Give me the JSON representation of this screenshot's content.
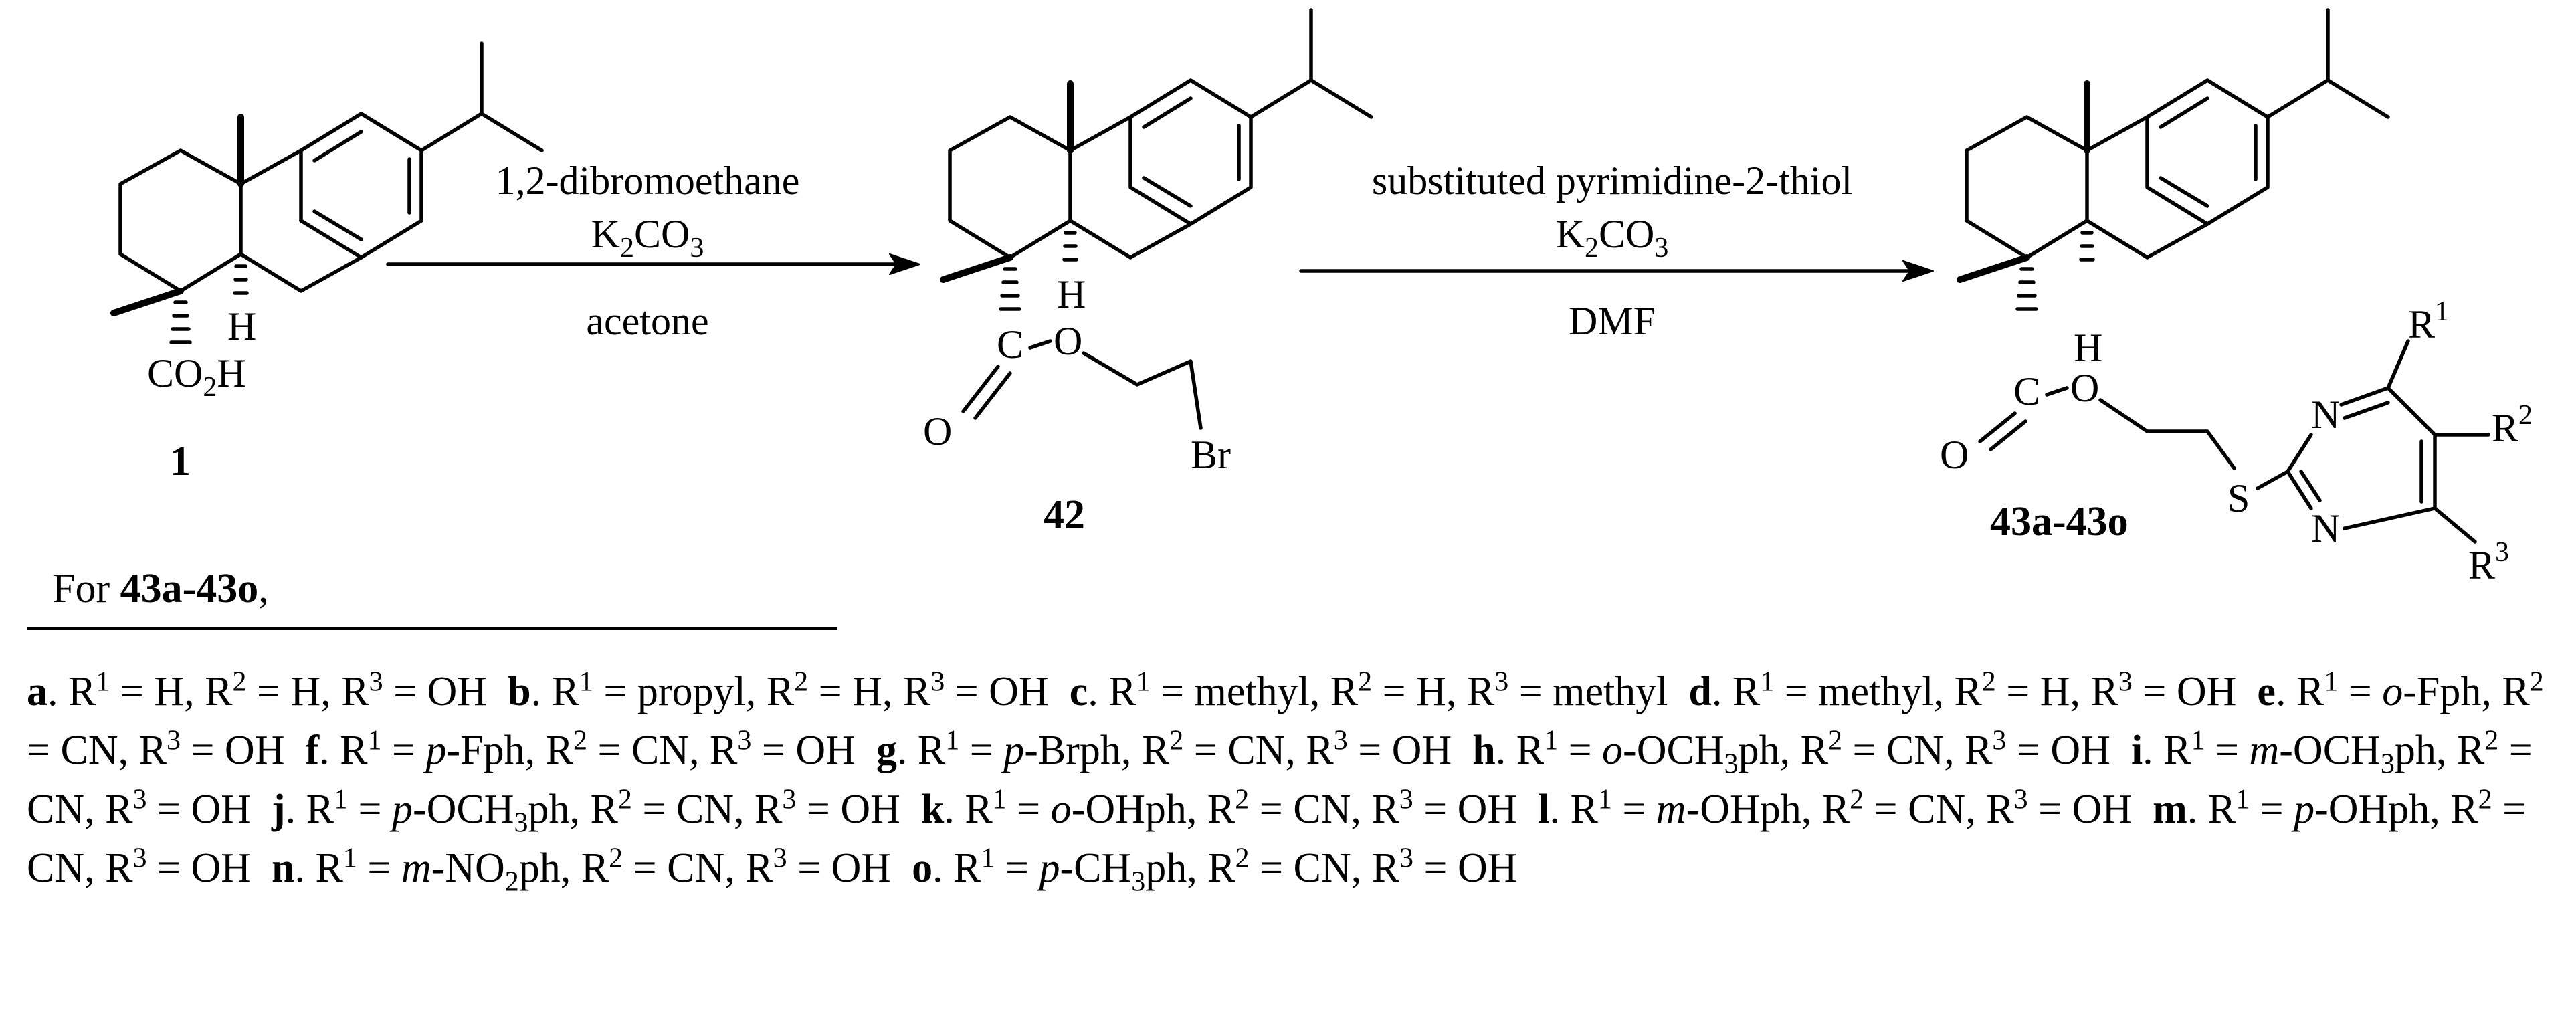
{
  "compounds": {
    "c1": "1",
    "c42": "42",
    "c43": "43a-43o"
  },
  "atoms": {
    "h": "H",
    "co": "CO",
    "co_sub": "2",
    "co_h": "H",
    "c": "C",
    "o": "O",
    "br": "Br",
    "s": "S",
    "n": "N",
    "r": "R",
    "r1": "1",
    "r2": "2",
    "r3": "3"
  },
  "step1": {
    "reagent": "1,2-dibromoethane",
    "base": "K",
    "base_sub": "2",
    "base_tail": "CO",
    "base_sub2": "3",
    "solvent": "acetone"
  },
  "step2": {
    "reagent": "substituted pyrimidine-2-thiol",
    "base": "K",
    "base_sub": "2",
    "base_tail": "CO",
    "base_sub2": "3",
    "solvent": "DMF"
  },
  "legend_intro": {
    "prefix": "For ",
    "bold": "43a-43o",
    "suffix": ","
  },
  "legend_entries": [
    {
      "letter": "a",
      "r1": "H",
      "r2": "H",
      "r3": "OH"
    },
    {
      "letter": "b",
      "r1": "propyl",
      "r2": "H",
      "r3": "OH"
    },
    {
      "letter": "c",
      "r1": "methyl",
      "r2": "H",
      "r3": "methyl"
    },
    {
      "letter": "d",
      "r1": "methyl",
      "r2": "H",
      "r3": "OH"
    },
    {
      "letter": "e",
      "r1_italic": "o",
      "r1": "-Fph",
      "r2": "CN",
      "r3": "OH"
    },
    {
      "letter": "f",
      "r1_italic": "p",
      "r1": "-Fph",
      "r2": "CN",
      "r3": "OH"
    },
    {
      "letter": "g",
      "r1_italic": "p",
      "r1": "-Brph",
      "r2": "CN",
      "r3": "OH"
    },
    {
      "letter": "h",
      "r1_italic": "o",
      "r1": "-OCH",
      "r1_sub": "3",
      "r1_tail": "ph",
      "r2": "CN",
      "r3": "OH"
    },
    {
      "letter": "i",
      "r1_italic": "m",
      "r1": "-OCH",
      "r1_sub": "3",
      "r1_tail": "ph",
      "r2": "CN",
      "r3": "OH"
    },
    {
      "letter": "j",
      "r1_italic": "p",
      "r1": "-OCH",
      "r1_sub": "3",
      "r1_tail": "ph",
      "r2": "CN",
      "r3": "OH"
    },
    {
      "letter": "k",
      "r1_italic": "o",
      "r1": "-OHph",
      "r2": "CN",
      "r3": "OH"
    },
    {
      "letter": "l",
      "r1_italic": "m",
      "r1": "-OHph",
      "r2": "CN",
      "r3": "OH"
    },
    {
      "letter": "m",
      "r1_italic": "p",
      "r1": "-OHph",
      "r2": "CN",
      "r3": "OH"
    },
    {
      "letter": "n",
      "r1_italic": "m",
      "r1": "-NO",
      "r1_sub": "2",
      "r1_tail": "ph",
      "r2": "CN",
      "r3": "OH"
    },
    {
      "letter": "o",
      "r1_italic": "p",
      "r1": "-CH",
      "r1_sub": "3",
      "r1_tail": "ph",
      "r2": "CN",
      "r3": "OH"
    }
  ]
}
